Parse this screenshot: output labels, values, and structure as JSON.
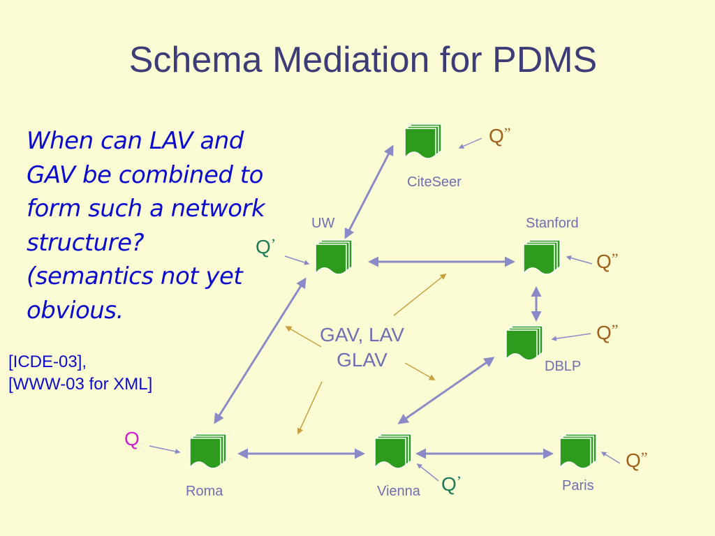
{
  "title": "Schema Mediation for PDMS",
  "question_lines": [
    "When can LAV and",
    "GAV be combined to",
    "form such a network",
    "structure?",
    "(semantics not yet",
    "obvious."
  ],
  "refs": [
    "[ICDE-03],",
    "[WWW-03 for XML]"
  ],
  "mapping_label": [
    "GAV, LAV",
    "GLAV"
  ],
  "nodes": [
    {
      "id": "citeseer",
      "label": "CiteSeer"
    },
    {
      "id": "uw",
      "label": "UW"
    },
    {
      "id": "stanford",
      "label": "Stanford"
    },
    {
      "id": "dblp",
      "label": "DBLP"
    },
    {
      "id": "roma",
      "label": "Roma"
    },
    {
      "id": "vienna",
      "label": "Vienna"
    },
    {
      "id": "paris",
      "label": "Paris"
    }
  ],
  "edges": [
    {
      "from": "uw",
      "to": "citeseer"
    },
    {
      "from": "uw",
      "to": "stanford"
    },
    {
      "from": "stanford",
      "to": "dblp"
    },
    {
      "from": "uw",
      "to": "roma"
    },
    {
      "from": "roma",
      "to": "vienna"
    },
    {
      "from": "vienna",
      "to": "dblp"
    },
    {
      "from": "vienna",
      "to": "paris"
    }
  ],
  "queries": [
    {
      "target": "citeseer",
      "text": "Q",
      "mark": "”"
    },
    {
      "target": "uw",
      "text": "Q",
      "mark": "’"
    },
    {
      "target": "stanford",
      "text": "Q",
      "mark": "”"
    },
    {
      "target": "dblp",
      "text": "Q",
      "mark": "”"
    },
    {
      "target": "roma",
      "text": "Q",
      "mark": ""
    },
    {
      "target": "vienna",
      "text": "Q",
      "mark": "’"
    },
    {
      "target": "paris",
      "text": "Q",
      "mark": "”"
    }
  ],
  "colors": {
    "background": "#fcfcd4",
    "title": "#3c3c78",
    "question_text": "#0b0bd0",
    "node_label": "#6e6eb4",
    "edge": "#8a8ac8",
    "mapping_arrow": "#c8a040",
    "doc_fill": "#2e9a1e",
    "q_single_prime": "#1a7a5a",
    "q_double_prime": "#a06018",
    "q_plain": "#d020d0"
  }
}
